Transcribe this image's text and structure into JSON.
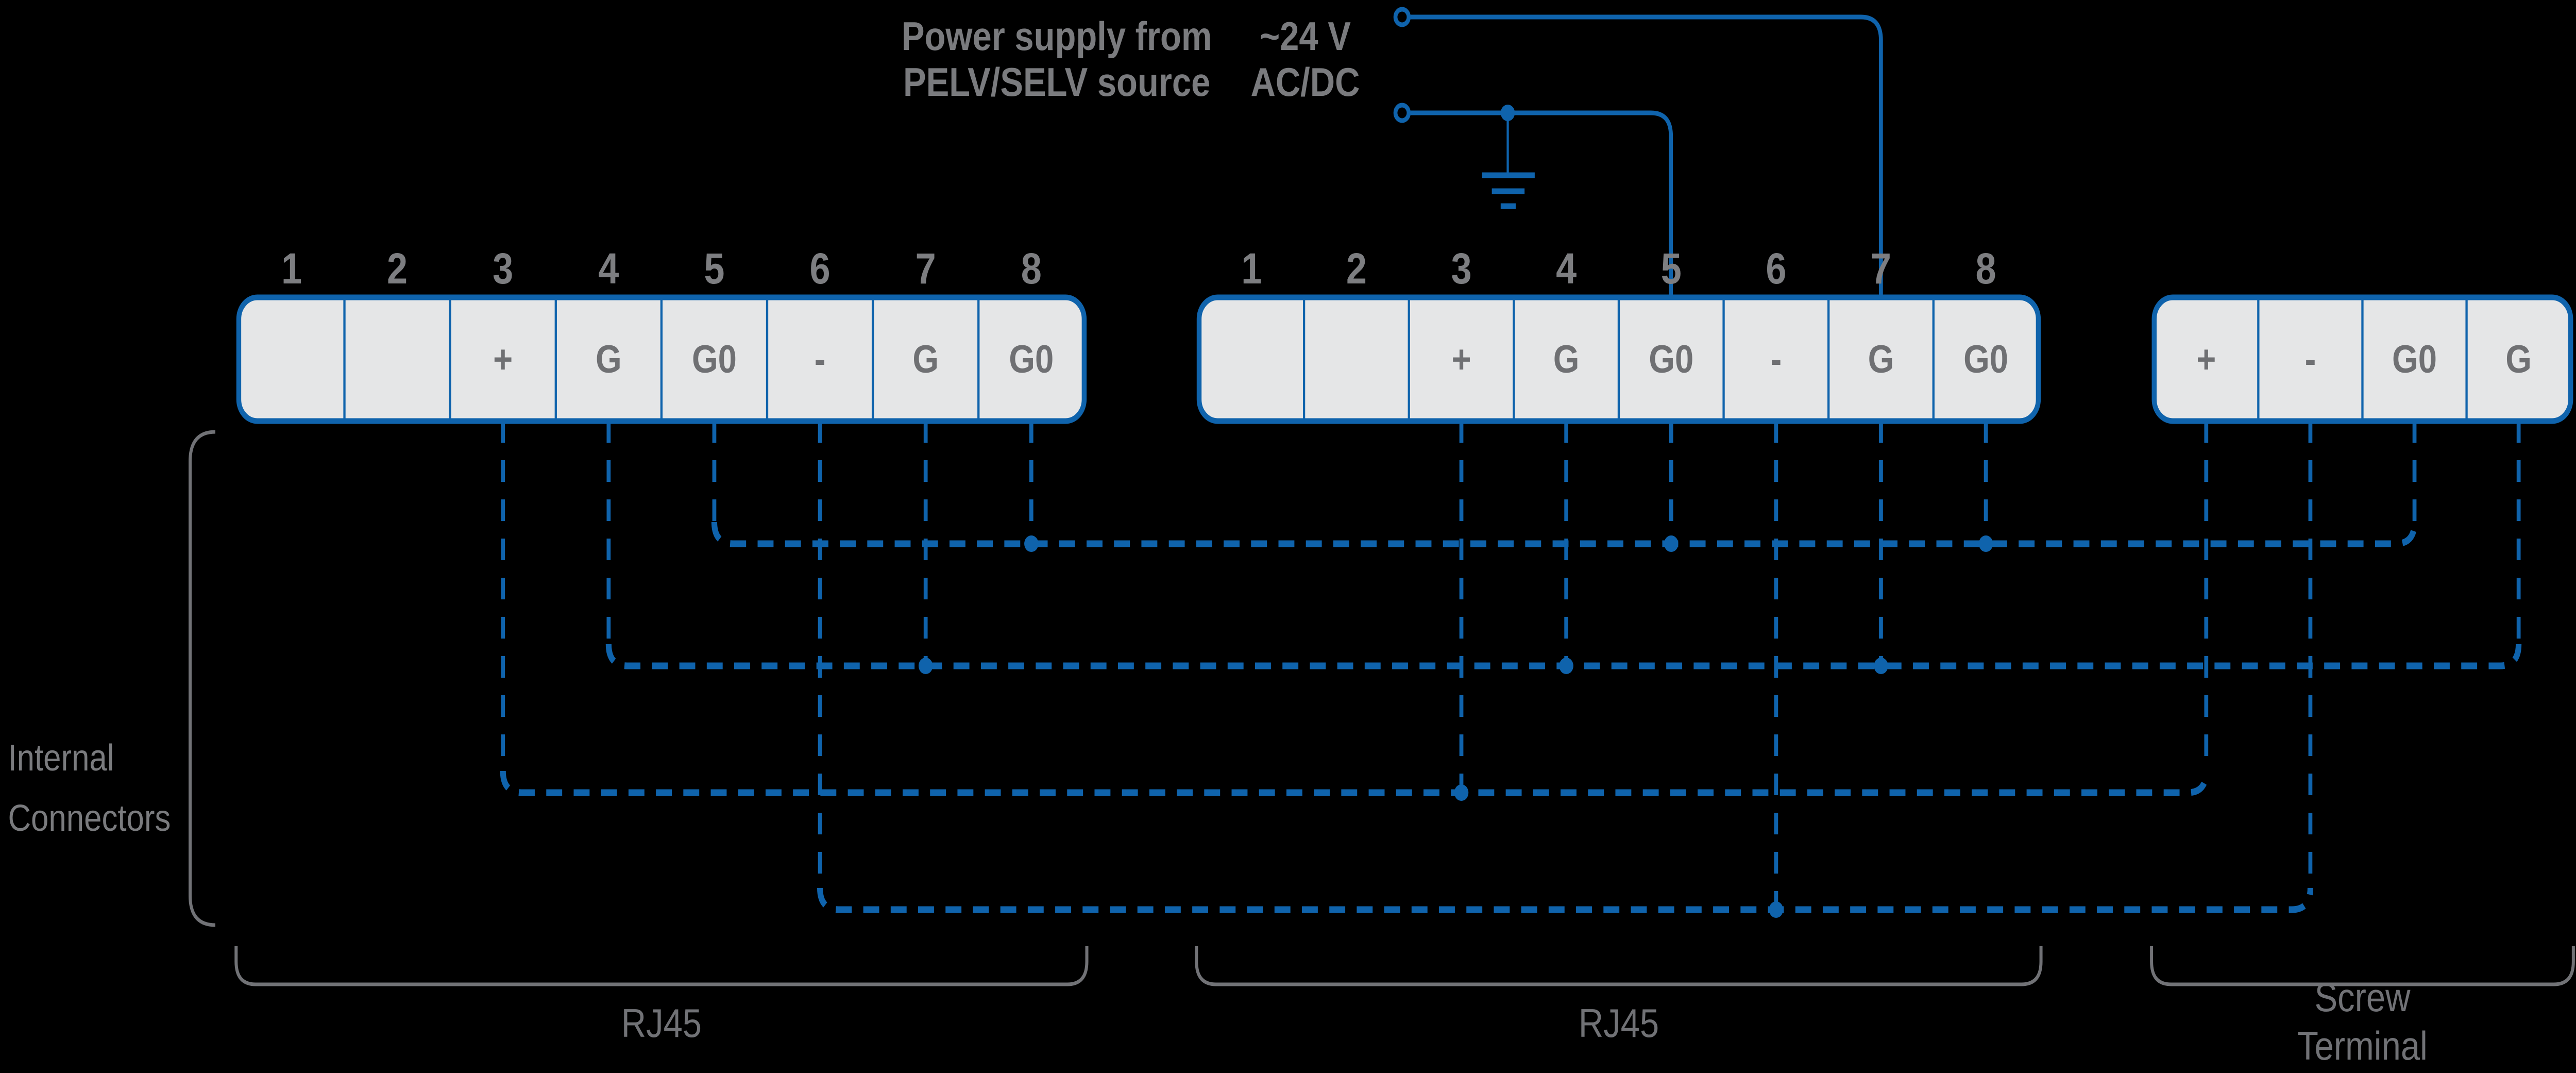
{
  "colors": {
    "blue": "#0F63AC",
    "gray_text": "#7A7B7E",
    "cell_label_gray": "#6F7073",
    "cell_fill": "#E5E6E7",
    "bracket_gray": "#717276",
    "background": "#000000"
  },
  "power_supply": {
    "label_line1": "Power supply from",
    "label_line2": "PELV/SELV source",
    "voltage_line1": "~24 V",
    "voltage_line2": "AC/DC"
  },
  "side_label": {
    "line1": "Internal",
    "line2": "Connectors"
  },
  "connectors": [
    {
      "id": "rj45_1",
      "caption": "RJ45",
      "show_numbers": true,
      "pins": [
        {
          "number": "1",
          "label": ""
        },
        {
          "number": "2",
          "label": ""
        },
        {
          "number": "3",
          "label": "+"
        },
        {
          "number": "4",
          "label": "G"
        },
        {
          "number": "5",
          "label": "G0"
        },
        {
          "number": "6",
          "label": "-"
        },
        {
          "number": "7",
          "label": "G"
        },
        {
          "number": "8",
          "label": "G0"
        }
      ]
    },
    {
      "id": "rj45_2",
      "caption": "RJ45",
      "show_numbers": true,
      "pins": [
        {
          "number": "1",
          "label": ""
        },
        {
          "number": "2",
          "label": ""
        },
        {
          "number": "3",
          "label": "+"
        },
        {
          "number": "4",
          "label": "G"
        },
        {
          "number": "5",
          "label": "G0"
        },
        {
          "number": "6",
          "label": "-"
        },
        {
          "number": "7",
          "label": "G"
        },
        {
          "number": "8",
          "label": "G0"
        }
      ]
    },
    {
      "id": "screw",
      "caption_line1": "Screw",
      "caption_line2": "Terminal",
      "show_numbers": false,
      "pins": [
        {
          "number": "",
          "label": "+"
        },
        {
          "number": "",
          "label": "-"
        },
        {
          "number": "",
          "label": "G0"
        },
        {
          "number": "",
          "label": "G"
        }
      ]
    }
  ],
  "nets": [
    {
      "name": "G0",
      "start": "rj45_1.5",
      "taps": [
        "rj45_1.8",
        "rj45_2.5",
        "rj45_2.8"
      ],
      "end": "screw.3"
    },
    {
      "name": "G",
      "start": "rj45_1.4",
      "taps": [
        "rj45_1.7",
        "rj45_2.4",
        "rj45_2.7"
      ],
      "end": "screw.4"
    },
    {
      "name": "plus",
      "start": "rj45_1.3",
      "taps": [
        "rj45_2.3"
      ],
      "end": "screw.1"
    },
    {
      "name": "minus",
      "start": "rj45_1.6",
      "taps": [
        "rj45_2.6"
      ],
      "end": "screw.2"
    }
  ],
  "power_feeds": [
    {
      "terminal": "ac_terminal_1",
      "to": "rj45_2.7",
      "has_ground": false
    },
    {
      "terminal": "ac_terminal_2",
      "to": "rj45_2.5",
      "has_ground": true
    }
  ]
}
